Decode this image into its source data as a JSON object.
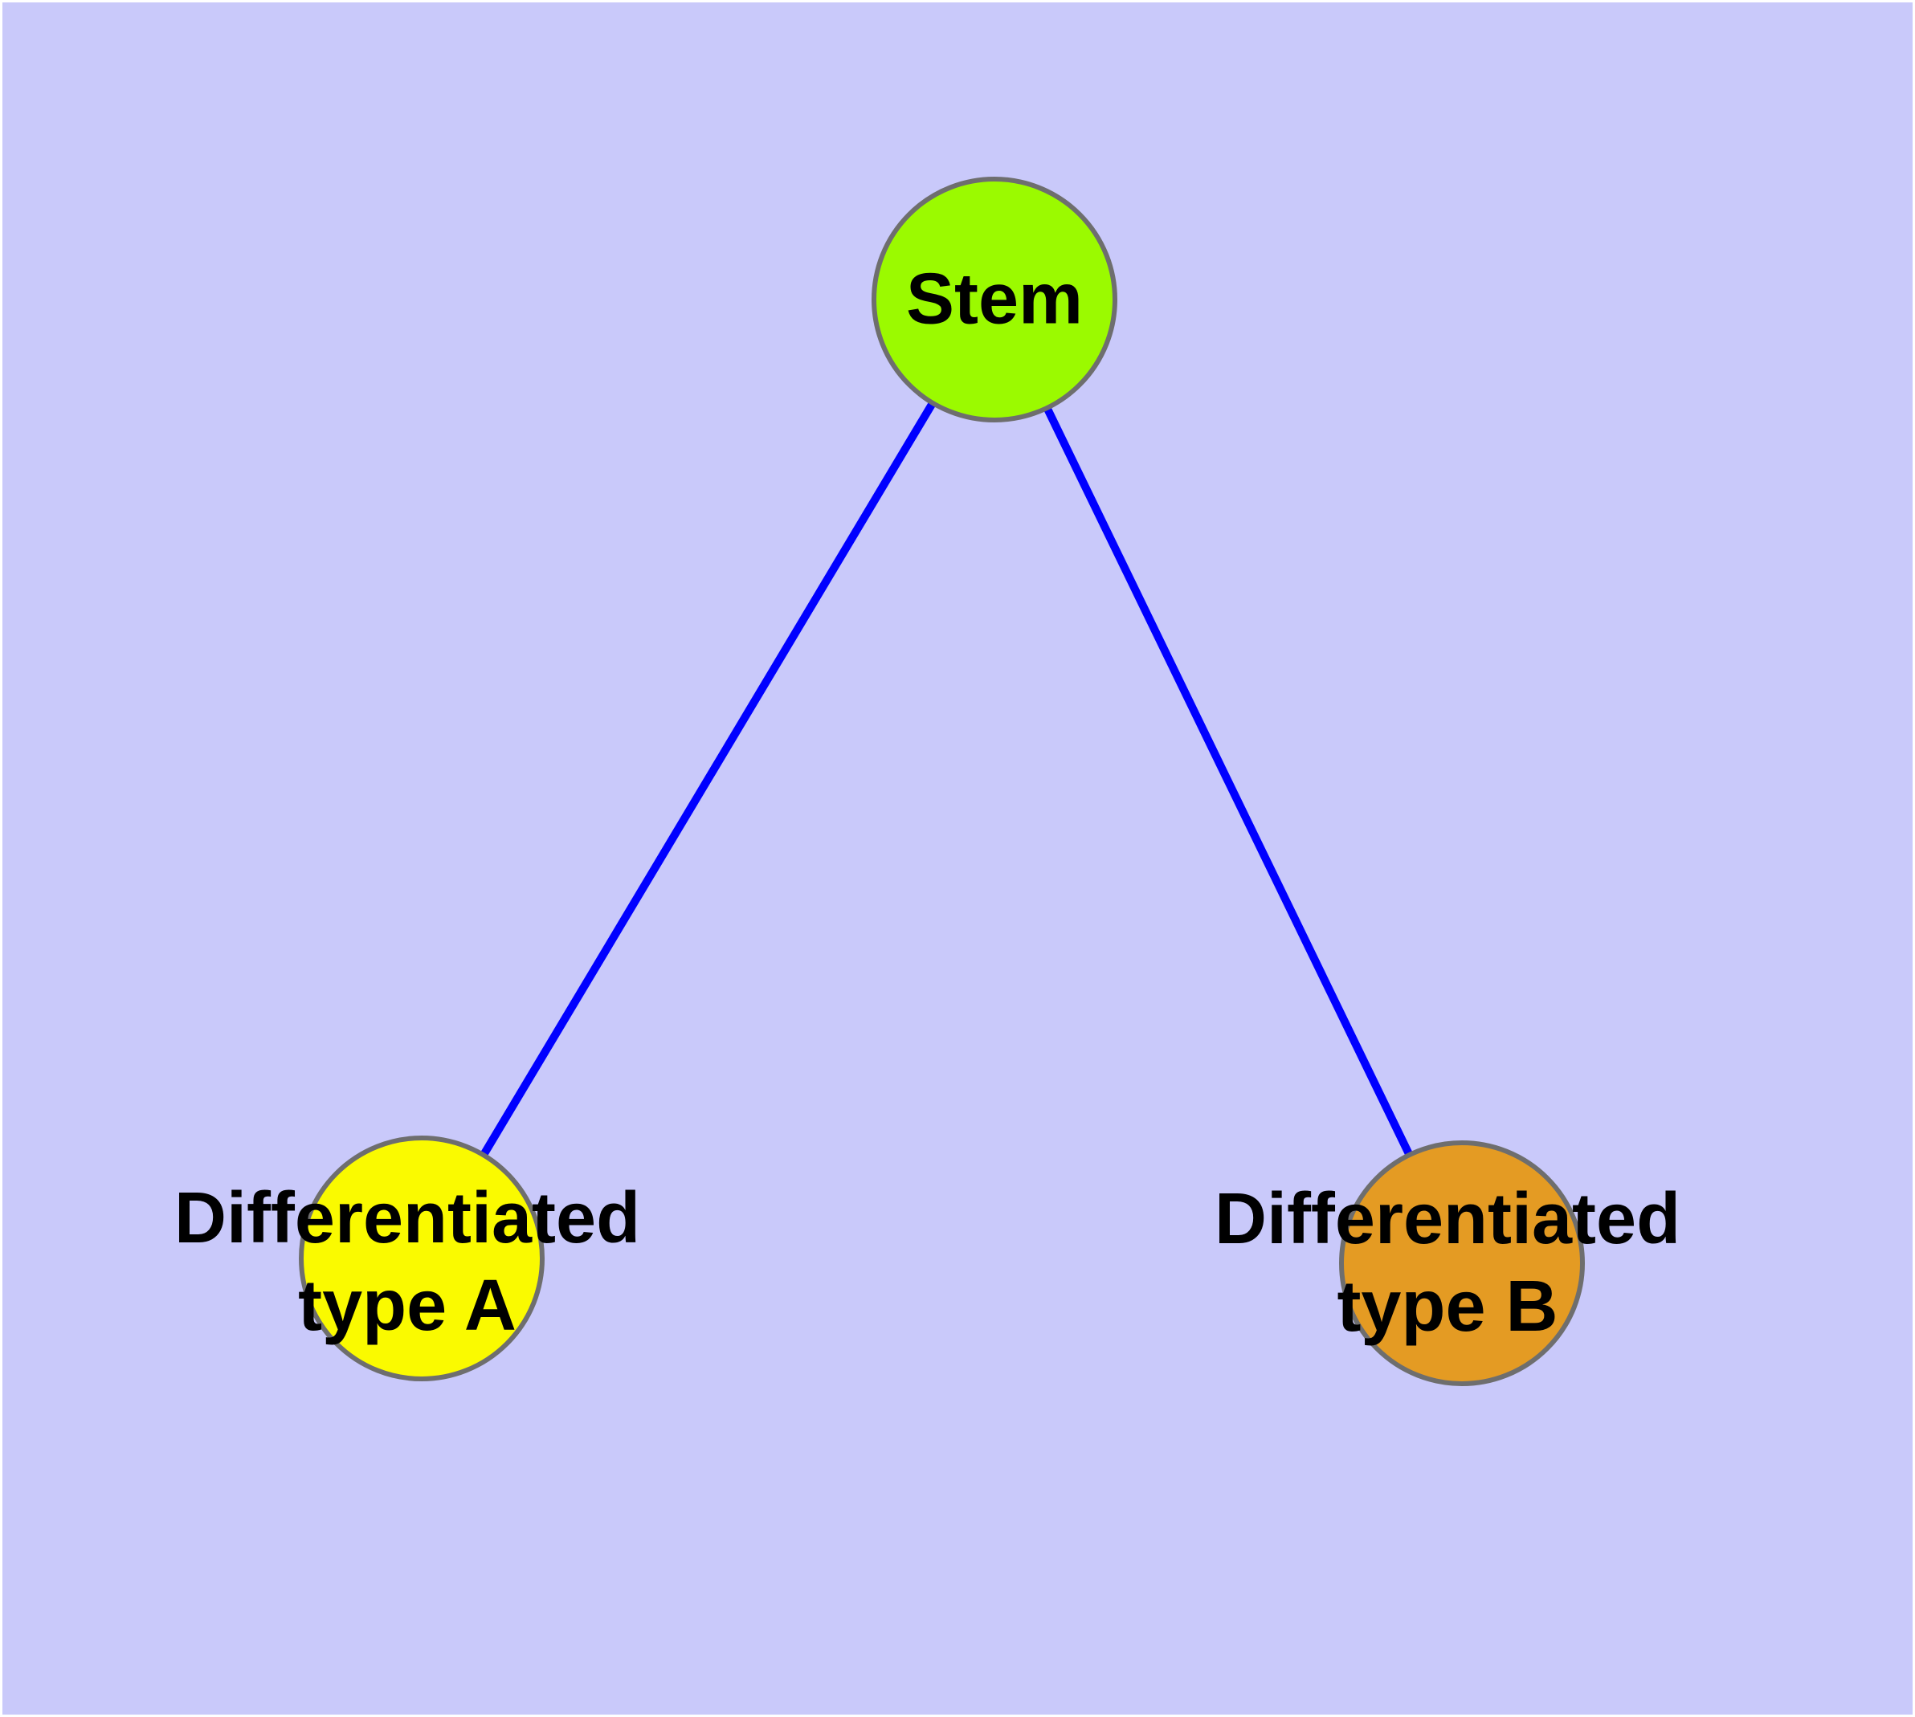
{
  "diagram": {
    "background_color": "#C9C9FA",
    "frame_color": "#FFFFFF",
    "edge_color": "#0000FF",
    "node_border_color": "#6E6E6E",
    "text_color": "#000000",
    "nodes": {
      "stem": {
        "label": "Stem",
        "fill": "#9BFA00"
      },
      "type_a": {
        "line1": "Differentiated",
        "line2": "type A",
        "fill": "#FAFA00"
      },
      "type_b": {
        "line1": "Differentiated",
        "line2": "type B",
        "fill": "#E49B23"
      }
    },
    "edges": [
      {
        "from": "stem",
        "to": "type_a"
      },
      {
        "from": "stem",
        "to": "type_b"
      }
    ]
  }
}
